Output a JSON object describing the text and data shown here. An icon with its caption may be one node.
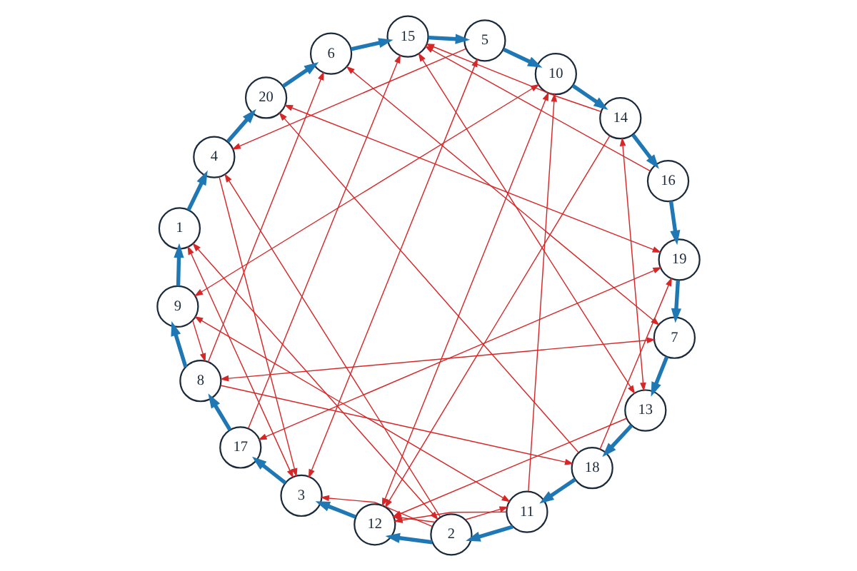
{
  "diagram": {
    "nodes": [
      {
        "text": [
          "1"
        ]
      },
      {
        "text": [
          "2"
        ]
      },
      {
        "text": [
          "3"
        ]
      },
      {
        "text": [
          "4"
        ]
      },
      {
        "text": [
          "5"
        ]
      },
      {
        "text": [
          "6"
        ]
      },
      {
        "text": [
          "7"
        ]
      },
      {
        "text": [
          "8"
        ]
      },
      {
        "text": [
          "9"
        ]
      },
      {
        "text": [
          "10"
        ]
      },
      {
        "text": [
          "11"
        ]
      },
      {
        "text": [
          "12"
        ]
      },
      {
        "text": [
          "13"
        ]
      },
      {
        "text": [
          "14"
        ]
      },
      {
        "text": [
          "15"
        ]
      },
      {
        "text": [
          "16"
        ]
      },
      {
        "text": [
          "17"
        ]
      },
      {
        "text": [
          "18"
        ]
      },
      {
        "text": [
          "19"
        ]
      },
      {
        "text": [
          "20"
        ]
      }
    ],
    "edges": [
      {
        "from": 0,
        "to": 3,
        "arrow": "to",
        "style": "thick",
        "color": "#1f77b4"
      },
      {
        "from": 3,
        "to": 19,
        "arrow": "to",
        "style": "thick",
        "color": "#1f77b4"
      },
      {
        "from": 19,
        "to": 5,
        "arrow": "to",
        "style": "thick",
        "color": "#1f77b4"
      },
      {
        "from": 5,
        "to": 14,
        "arrow": "to",
        "style": "thick",
        "color": "#1f77b4"
      },
      {
        "from": 14,
        "to": 4,
        "arrow": "to",
        "style": "thick",
        "color": "#1f77b4"
      },
      {
        "from": 4,
        "to": 9,
        "arrow": "to",
        "style": "thick",
        "color": "#1f77b4"
      },
      {
        "from": 9,
        "to": 13,
        "arrow": "to",
        "style": "thick",
        "color": "#1f77b4"
      },
      {
        "from": 13,
        "to": 15,
        "arrow": "to",
        "style": "thick",
        "color": "#1f77b4"
      },
      {
        "from": 15,
        "to": 18,
        "arrow": "to",
        "style": "thick",
        "color": "#1f77b4"
      },
      {
        "from": 18,
        "to": 6,
        "arrow": "to",
        "style": "thick",
        "color": "#1f77b4"
      },
      {
        "from": 6,
        "to": 12,
        "arrow": "to",
        "style": "thick",
        "color": "#1f77b4"
      },
      {
        "from": 12,
        "to": 17,
        "arrow": "to",
        "style": "thick",
        "color": "#1f77b4"
      },
      {
        "from": 17,
        "to": 10,
        "arrow": "to",
        "style": "thick",
        "color": "#1f77b4"
      },
      {
        "from": 10,
        "to": 1,
        "arrow": "to",
        "style": "thick",
        "color": "#1f77b4"
      },
      {
        "from": 1,
        "to": 11,
        "arrow": "to",
        "style": "thick",
        "color": "#1f77b4"
      },
      {
        "from": 11,
        "to": 2,
        "arrow": "to",
        "style": "thick",
        "color": "#1f77b4"
      },
      {
        "from": 2,
        "to": 16,
        "arrow": "to",
        "style": "thick",
        "color": "#1f77b4"
      },
      {
        "from": 16,
        "to": 7,
        "arrow": "to",
        "style": "thick",
        "color": "#1f77b4"
      },
      {
        "from": 7,
        "to": 8,
        "arrow": "to",
        "style": "thick",
        "color": "#1f77b4"
      },
      {
        "from": 8,
        "to": 0,
        "arrow": "to",
        "style": "thick",
        "color": "#1f77b4"
      },
      {
        "from": 12,
        "to": 13,
        "arrow": "both"
      },
      {
        "from": 17,
        "to": 18,
        "arrow": "to"
      },
      {
        "from": 18,
        "to": 19,
        "arrow": "both"
      },
      {
        "from": 5,
        "to": 6,
        "arrow": "both"
      },
      {
        "from": 12,
        "to": 14,
        "arrow": "both"
      },
      {
        "from": 16,
        "to": 18,
        "arrow": "both"
      },
      {
        "from": 6,
        "to": 7,
        "arrow": "both"
      },
      {
        "from": 10,
        "to": 9,
        "arrow": "to"
      },
      {
        "from": 11,
        "to": 9,
        "arrow": "both"
      },
      {
        "from": 15,
        "to": 14,
        "arrow": "to"
      },
      {
        "from": 13,
        "to": 14,
        "arrow": "to"
      },
      {
        "from": 8,
        "to": 9,
        "arrow": "both"
      },
      {
        "from": 2,
        "to": 4,
        "arrow": "both"
      },
      {
        "from": 16,
        "to": 14,
        "arrow": "to"
      },
      {
        "from": 13,
        "to": 11,
        "arrow": "to"
      },
      {
        "from": 17,
        "to": 19,
        "arrow": "to"
      },
      {
        "from": 1,
        "to": 3,
        "arrow": "to"
      },
      {
        "from": 8,
        "to": 10,
        "arrow": "both"
      },
      {
        "from": 7,
        "to": 17,
        "arrow": "to"
      },
      {
        "from": 7,
        "to": 5,
        "arrow": "to"
      },
      {
        "from": 4,
        "to": 3,
        "arrow": "to"
      },
      {
        "from": 0,
        "to": 2,
        "arrow": "both"
      },
      {
        "from": 3,
        "to": 2,
        "arrow": "to"
      },
      {
        "from": 0,
        "to": 1,
        "arrow": "both"
      },
      {
        "from": 8,
        "to": 7,
        "arrow": "to"
      },
      {
        "from": 12,
        "to": 11,
        "arrow": "to"
      },
      {
        "from": 10,
        "to": 11,
        "arrow": "to"
      },
      {
        "from": 1,
        "to": 10,
        "arrow": "to"
      },
      {
        "from": 1,
        "to": 11,
        "arrow": "to"
      },
      {
        "from": 1,
        "to": 2,
        "arrow": "to"
      }
    ]
  }
}
